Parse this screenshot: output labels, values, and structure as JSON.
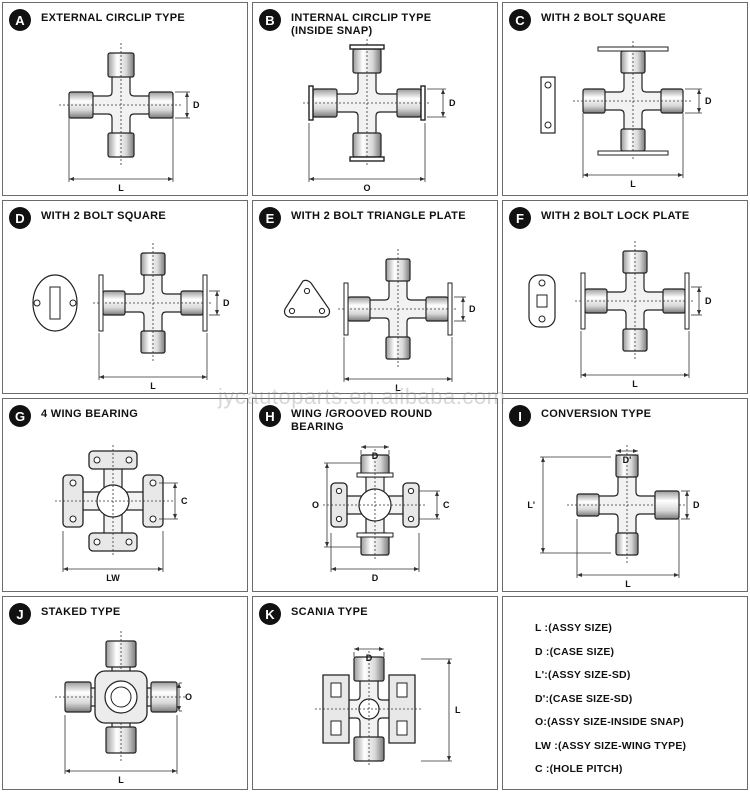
{
  "panels": [
    {
      "letter": "A",
      "title": "EXTERNAL CIRCLIP TYPE",
      "labels": [
        "D",
        "L"
      ]
    },
    {
      "letter": "B",
      "title": "INTERNAL CIRCLIP TYPE\n(INSIDE SNAP)",
      "labels": [
        "D",
        "O"
      ]
    },
    {
      "letter": "C",
      "title": "WITH 2 BOLT SQUARE",
      "labels": [
        "D",
        "L"
      ]
    },
    {
      "letter": "D",
      "title": "WITH 2 BOLT SQUARE",
      "labels": [
        "D",
        "L"
      ]
    },
    {
      "letter": "E",
      "title": "WITH 2 BOLT TRIANGLE PLATE",
      "labels": [
        "D",
        "L"
      ]
    },
    {
      "letter": "F",
      "title": "WITH 2 BOLT LOCK PLATE",
      "labels": [
        "D",
        "L"
      ]
    },
    {
      "letter": "G",
      "title": "4 WING BEARING",
      "labels": [
        "C",
        "LW"
      ]
    },
    {
      "letter": "H",
      "title": "WING /GROOVED ROUND\nBEARING",
      "labels": [
        "D",
        "C",
        "O",
        "D"
      ]
    },
    {
      "letter": "I",
      "title": "CONVERSION  TYPE",
      "labels": [
        "D'",
        "L'",
        "D",
        "L"
      ]
    },
    {
      "letter": "J",
      "title": "STAKED TYPE",
      "labels": [
        "O",
        "L"
      ]
    },
    {
      "letter": "K",
      "title": "SCANIA TYPE",
      "labels": [
        "D",
        "L"
      ]
    }
  ],
  "legend": [
    "L :(ASSY SIZE)",
    "D :(CASE SIZE)",
    "L':(ASSY SIZE-SD)",
    "D':(CASE SIZE-SD)",
    "O:(ASSY SIZE-INSIDE SNAP)",
    "LW :(ASSY SIZE-WING TYPE)",
    "C :(HOLE PITCH)"
  ],
  "watermark": "jycautoparts.en.alibaba.com"
}
